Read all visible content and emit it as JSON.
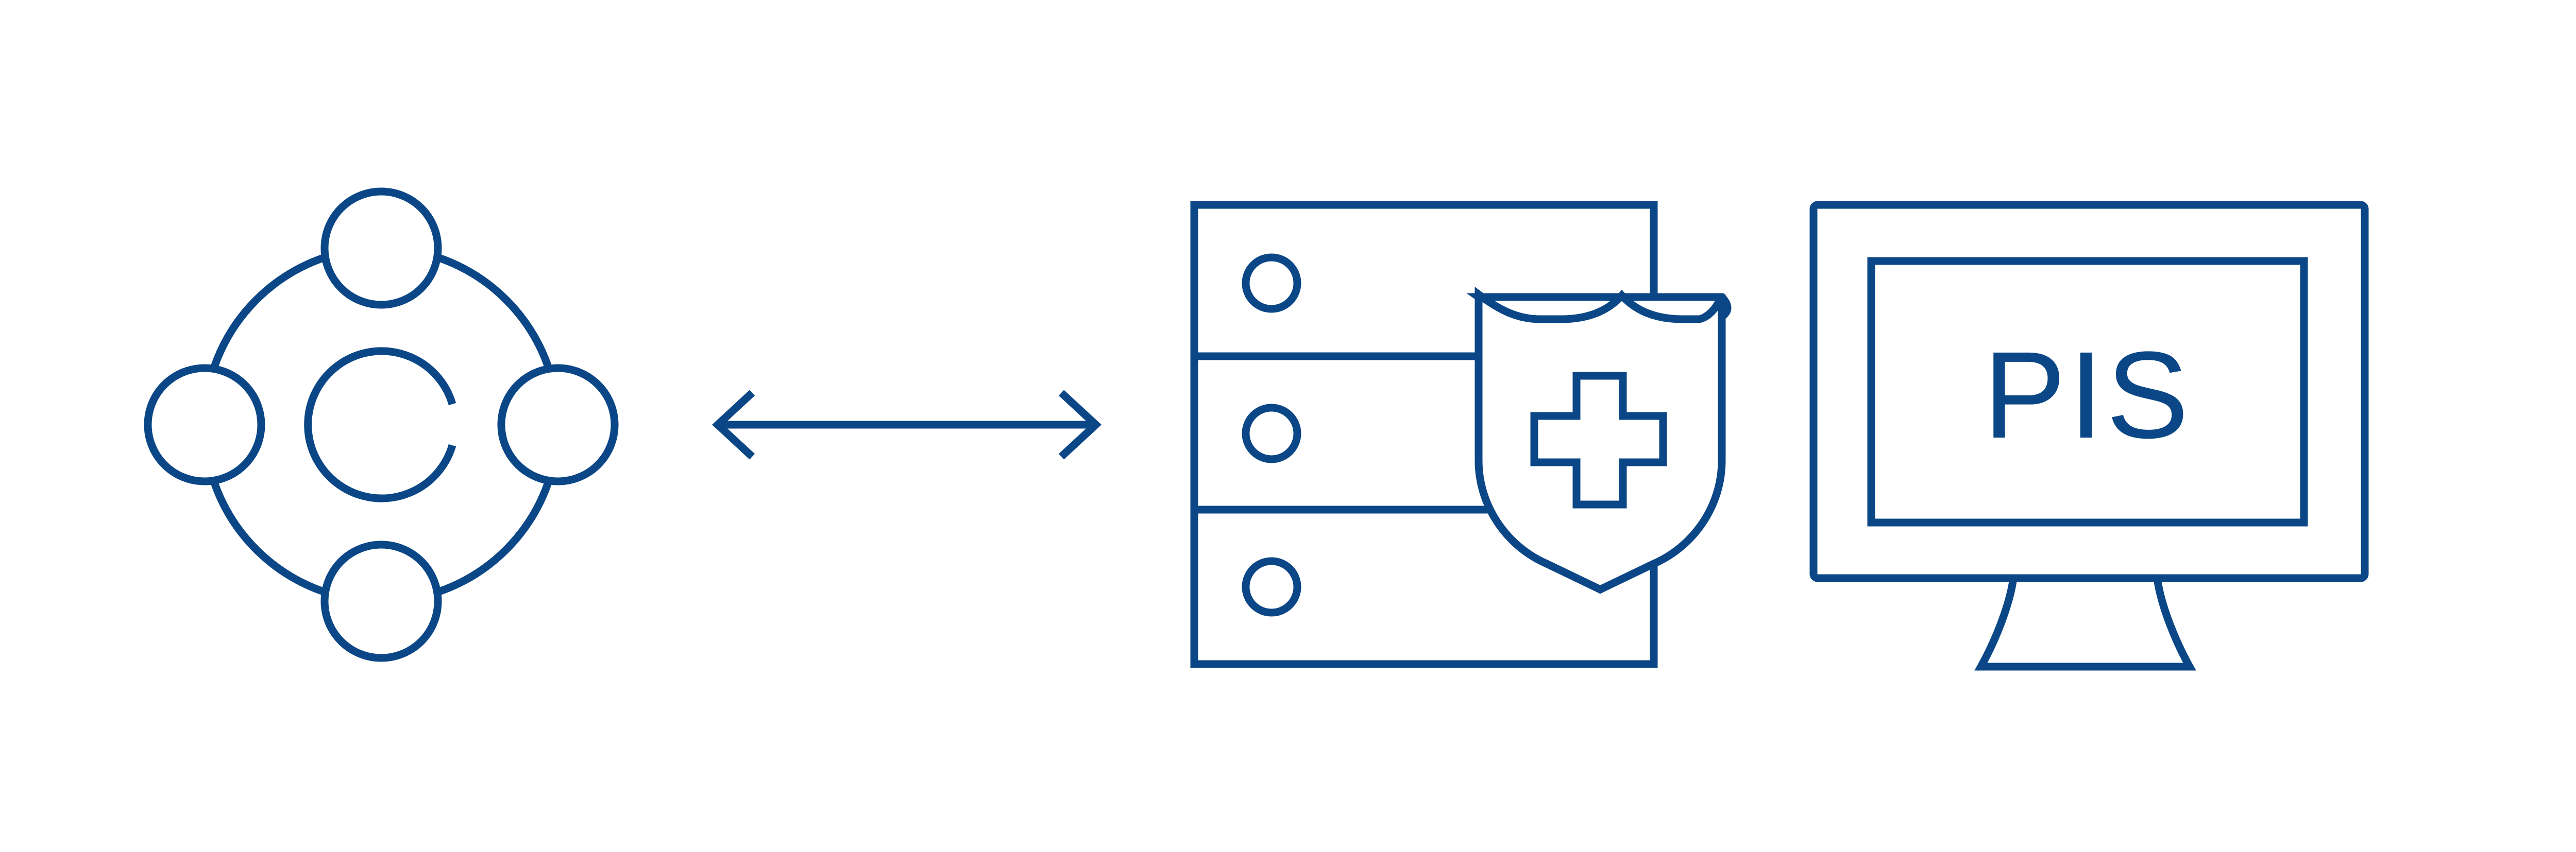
{
  "colors": {
    "stroke": "#0b4786",
    "background": "#ffffff"
  },
  "nodes": [
    {
      "name": "network-cycle",
      "icon": "network-cycle-icon"
    },
    {
      "name": "bidirectional-link",
      "icon": "double-arrow-icon"
    },
    {
      "name": "secure-server",
      "icon": "server-shield-icon"
    },
    {
      "name": "pis-monitor",
      "icon": "monitor-icon"
    }
  ],
  "monitor": {
    "screen_label": "PIS"
  }
}
